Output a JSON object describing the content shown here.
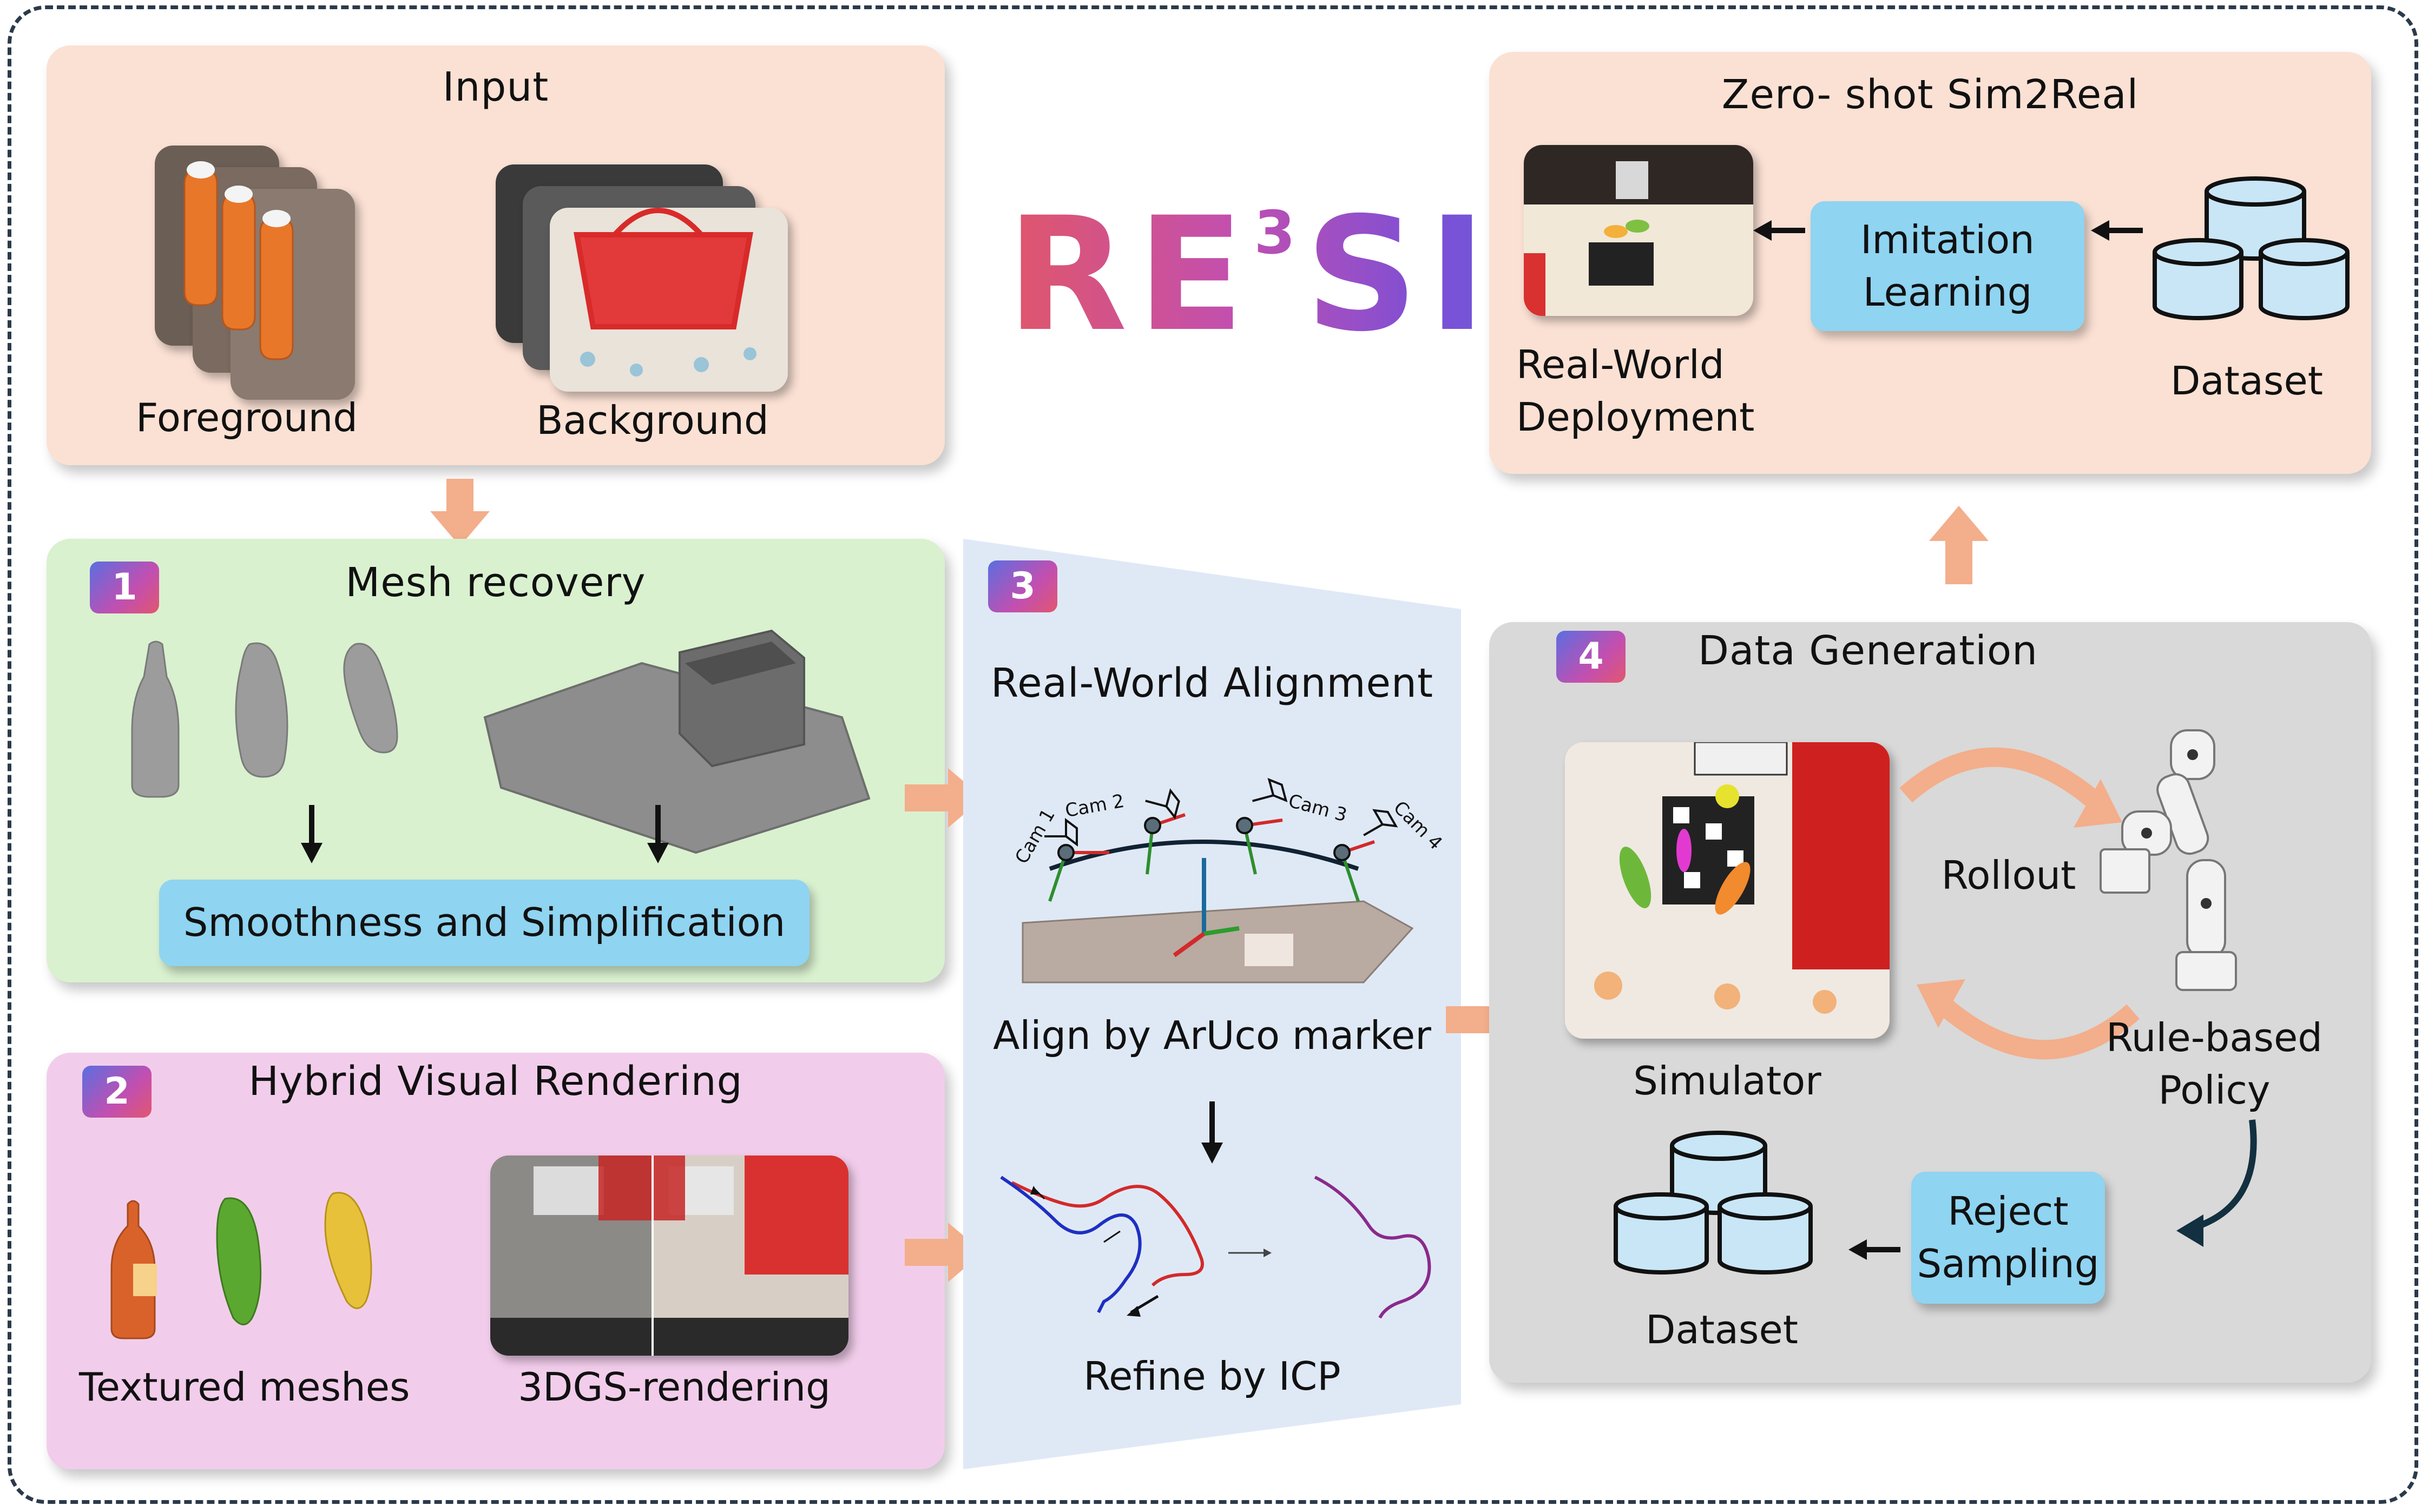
{
  "logo": {
    "text_pre": "RE",
    "superscript": "3",
    "text_post": "SIM"
  },
  "input_panel": {
    "title": "Input",
    "foreground_label": "Foreground",
    "background_label": "Background"
  },
  "sim2real_panel": {
    "title": "Zero- shot Sim2Real",
    "deployment_label_1": "Real-World",
    "deployment_label_2": "Deployment",
    "imitation_line_1": "Imitation",
    "imitation_line_2": "Learning",
    "dataset_label": "Dataset"
  },
  "mesh_panel": {
    "badge": "1",
    "title": "Mesh recovery",
    "process_label": "Smoothness and Simplification"
  },
  "rendering_panel": {
    "badge": "2",
    "title": "Hybrid Visual Rendering",
    "meshes_label": "Textured meshes",
    "rendering_label": "3DGS-rendering"
  },
  "alignment_panel": {
    "badge": "3",
    "title": "Real-World Alignment",
    "cameras": [
      "Cam 1",
      "Cam 2",
      "Cam 3",
      "Cam 4"
    ],
    "align_label": "Align by ArUco marker",
    "refine_label": "Refine by ICP"
  },
  "datagen_panel": {
    "badge": "4",
    "title": "Data Generation",
    "simulator_label": "Simulator",
    "rollout_label": "Rollout",
    "policy_line_1": "Rule-based",
    "policy_line_2": "Policy",
    "reject_line_1": "Reject",
    "reject_line_2": "Sampling",
    "dataset_label": "Dataset"
  },
  "colors": {
    "input_bg": "#fbe1d4",
    "mesh_bg": "#d9f1cf",
    "render_bg": "#f2cdeb",
    "align_bg": "#dfe9f6",
    "datagen_bg": "#d9d9d9",
    "blue_box": "#8fd4f1",
    "orange_arrow": "#f3ae8b",
    "badge_gradient_start": "#5b6ee1",
    "badge_gradient_end": "#e2566f"
  }
}
